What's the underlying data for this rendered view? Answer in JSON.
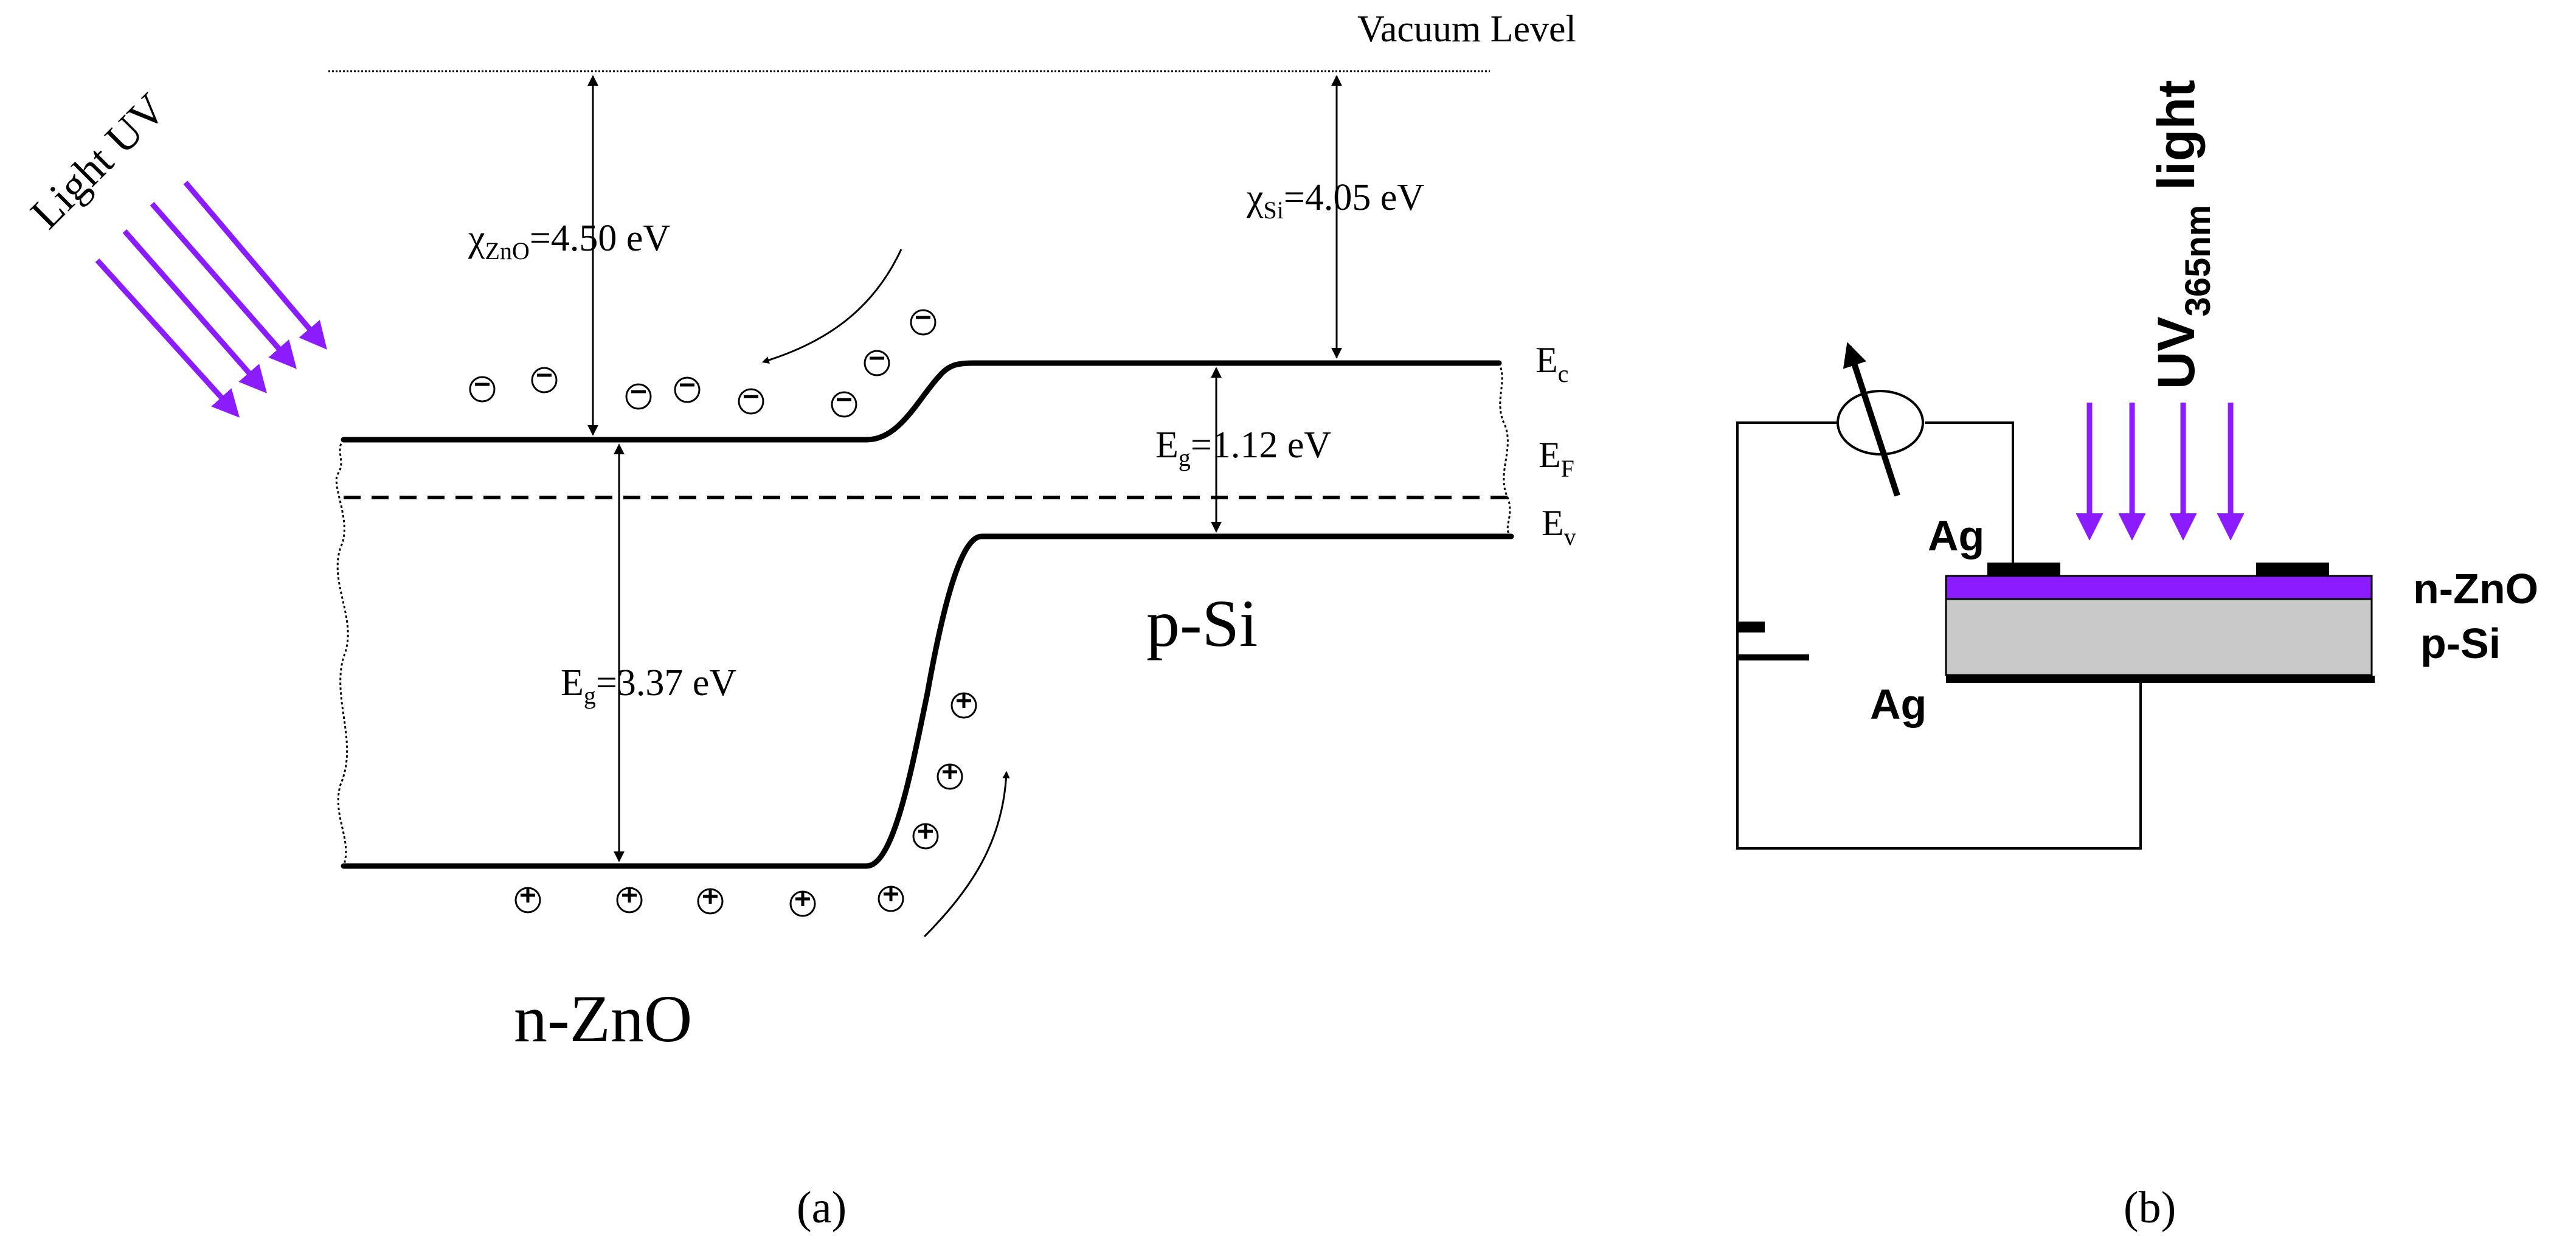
{
  "colors": {
    "uv": "#8a1cff",
    "zno_layer": "#8a1cff",
    "si_layer": "#c8c8c8"
  },
  "panel_a": {
    "vacuum_level": "Vacuum Level",
    "light_uv": "Light UV",
    "chi_zno": {
      "symbol": "χ",
      "sub": "ZnO",
      "value": "=4.50 eV"
    },
    "chi_si": {
      "symbol": "χ",
      "sub": "Si",
      "value": "=4.05 eV"
    },
    "eg_si": {
      "symbol": "E",
      "sub": "g",
      "value": "=1.12 eV"
    },
    "eg_zno": {
      "symbol": "E",
      "sub": "g",
      "value": "=3.37 eV"
    },
    "ec": {
      "symbol": "E",
      "sub": "c"
    },
    "ef": {
      "symbol": "E",
      "sub": "F"
    },
    "ev": {
      "symbol": "E",
      "sub": "v"
    },
    "p_si": "p-Si",
    "n_zno": "n-ZnO",
    "caption": "(a)"
  },
  "panel_b": {
    "uv_main": "UV",
    "uv_sub": "365nm",
    "uv_tail": " light",
    "ag_top": "Ag",
    "ag_bottom": "Ag",
    "n_zno": "n-ZnO",
    "p_si": "p-Si",
    "caption": "(b)"
  }
}
